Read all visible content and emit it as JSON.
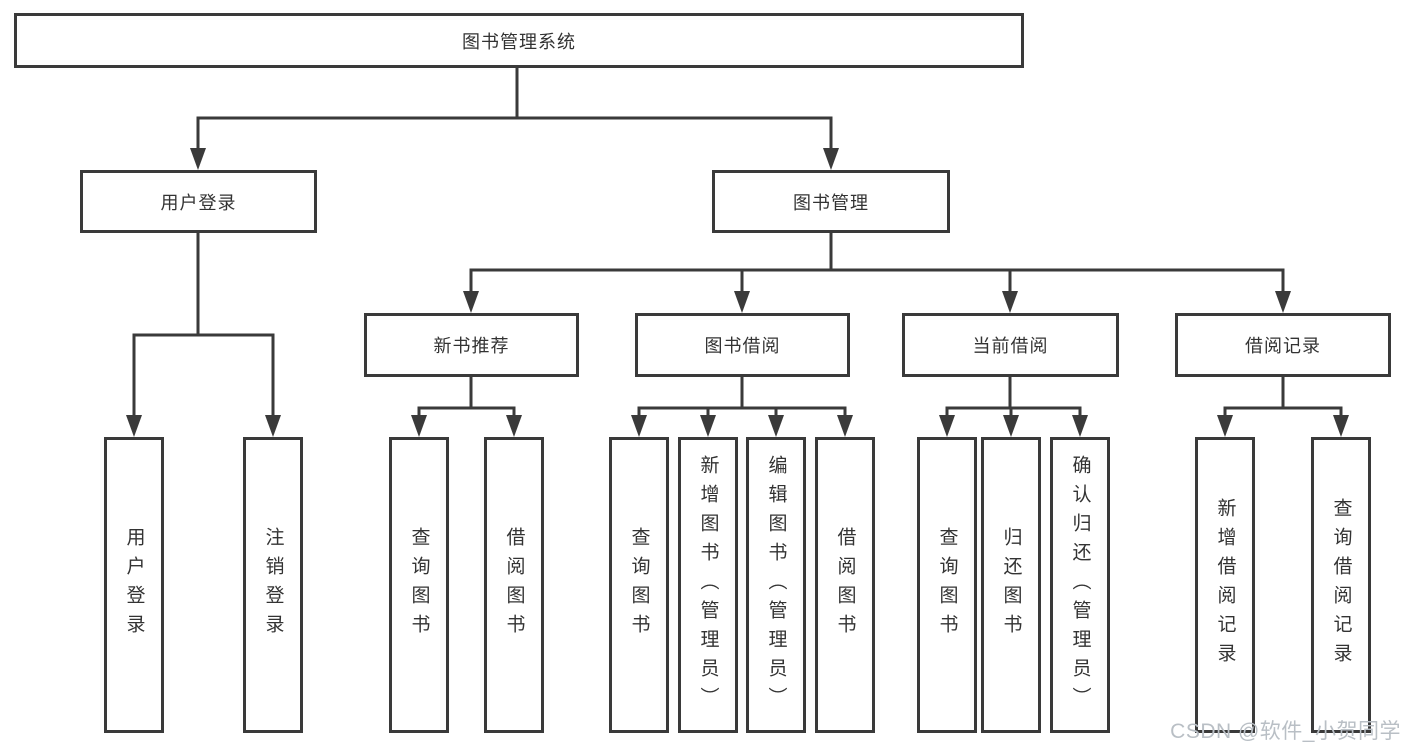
{
  "tree": {
    "root": "图书管理系统",
    "level2": [
      "用户登录",
      "图书管理"
    ],
    "level3": [
      "新书推荐",
      "图书借阅",
      "当前借阅",
      "借阅记录"
    ],
    "leaves": [
      [
        "用户登录",
        "注销登录"
      ],
      [
        "查询图书",
        "借阅图书"
      ],
      [
        "查询图书",
        "新增图书（管理员）",
        "编辑图书（管理员）",
        "借阅图书"
      ],
      [
        "查询图书",
        "归还图书",
        "确认归还（管理员）"
      ],
      [
        "新增借阅记录",
        "查询借阅记录"
      ]
    ]
  },
  "watermark": {
    "text": "CSDN @软件_小贺同学"
  },
  "colors": {
    "box_border": "#3a3a3a",
    "connector": "#3a3a3a",
    "label_text": "#333333",
    "watermark_text": "#b9bfc5",
    "background": "#ffffff"
  }
}
